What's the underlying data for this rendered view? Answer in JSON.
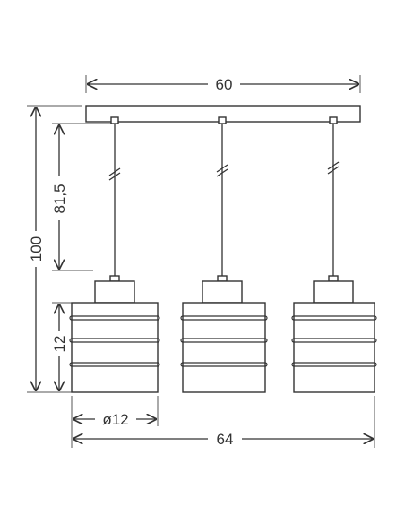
{
  "dimensions": {
    "canopy_width": "60",
    "total_height": "100",
    "cable_length": "81,5",
    "shade_height": "12",
    "shade_diameter": "ø12",
    "total_width": "64"
  },
  "colors": {
    "line": "#333333",
    "background": "#ffffff"
  }
}
